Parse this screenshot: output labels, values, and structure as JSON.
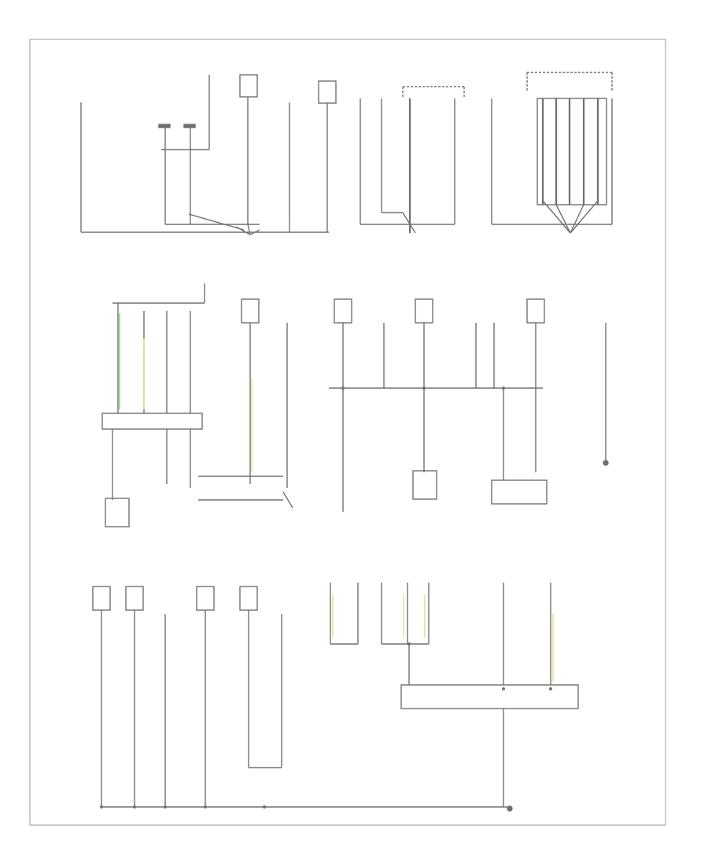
{
  "diagram": {
    "title": "",
    "footer_code": "",
    "wire_color": "#707070",
    "frame_color": "#9a9a9a",
    "highlight_colors": {
      "green": "#8fd18f",
      "yellow": "#e8e29a"
    },
    "components": [
      {
        "id": "c1",
        "name": ""
      },
      {
        "id": "c2",
        "name": ""
      },
      {
        "id": "c3",
        "name": ""
      },
      {
        "id": "c4",
        "name": ""
      },
      {
        "id": "c5",
        "name": ""
      },
      {
        "id": "c6",
        "name": ""
      },
      {
        "id": "c7",
        "name": ""
      },
      {
        "id": "c8",
        "name": ""
      },
      {
        "id": "c9",
        "name": ""
      }
    ],
    "grounds": [
      {
        "id": "g1",
        "label": ""
      },
      {
        "id": "g2",
        "label": ""
      },
      {
        "id": "g3",
        "label": ""
      },
      {
        "id": "g4",
        "label": ""
      },
      {
        "id": "g5",
        "label": ""
      },
      {
        "id": "g6",
        "label": ""
      }
    ]
  }
}
